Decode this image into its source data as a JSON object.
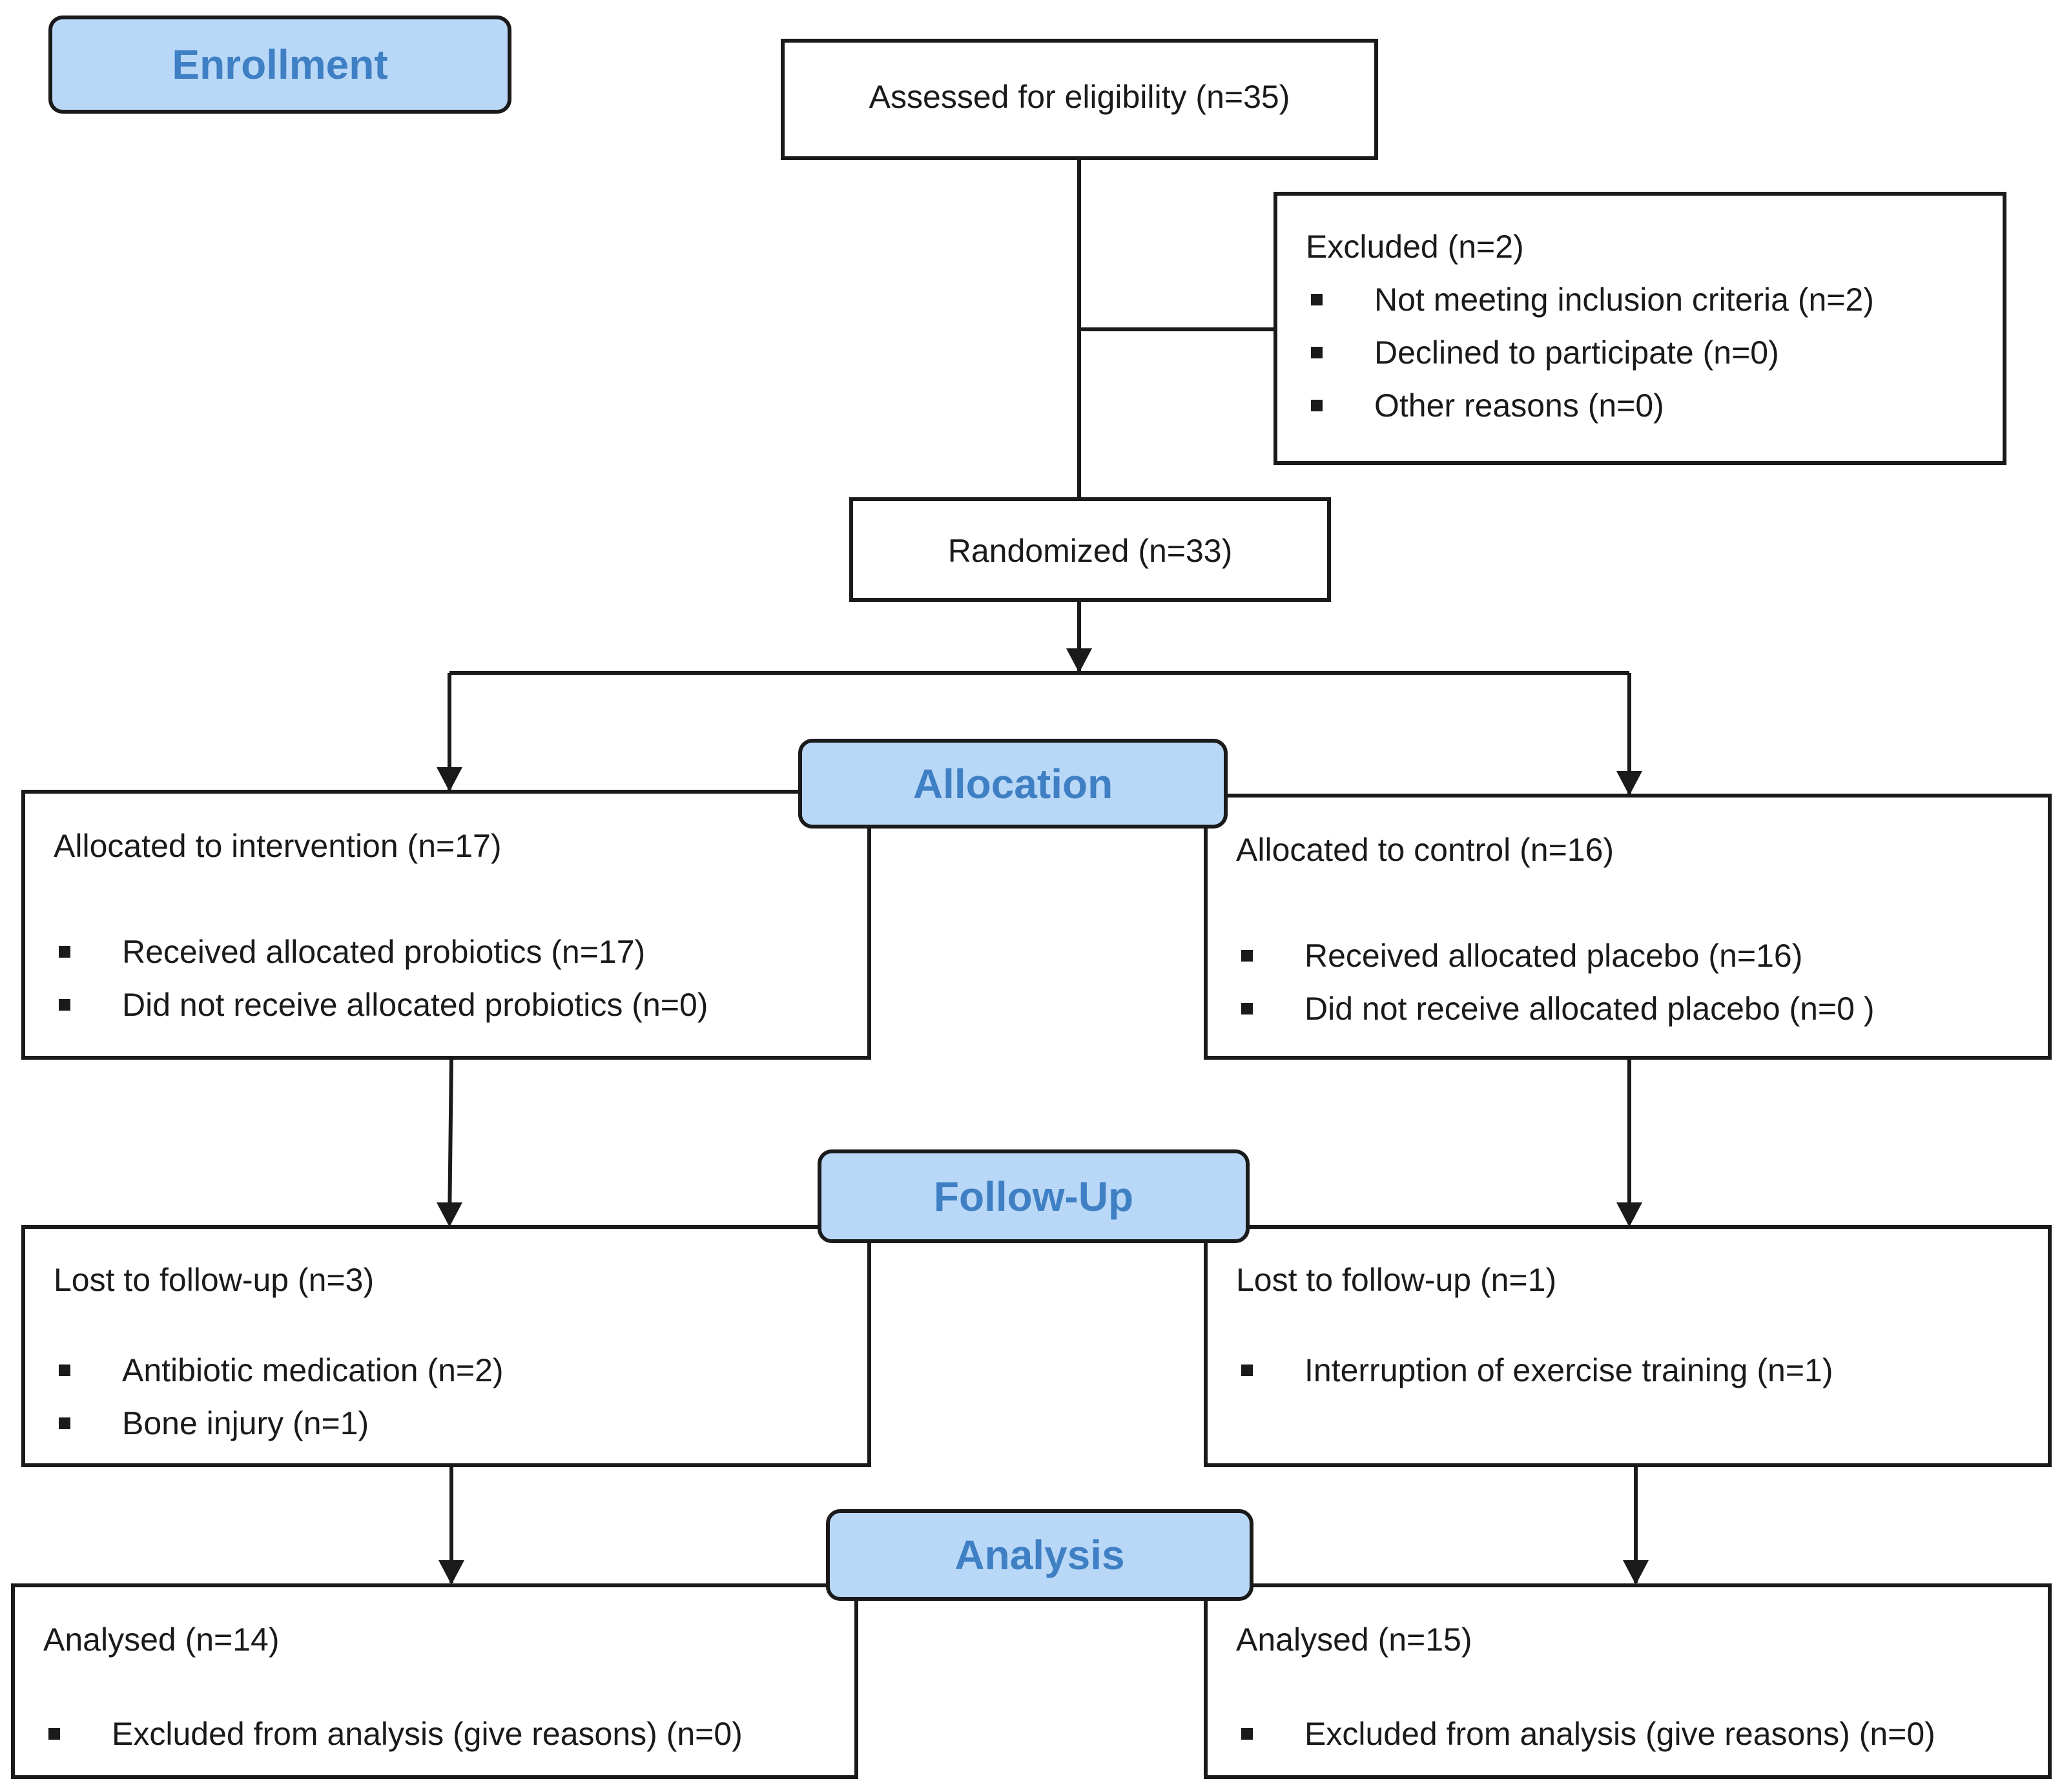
{
  "stages": {
    "enrollment": "Enrollment",
    "allocation": "Allocation",
    "follow_up": "Follow-Up",
    "analysis": "Analysis"
  },
  "assessed": {
    "title": "Assessed for eligibility (n=35)"
  },
  "excluded": {
    "title": "Excluded (n=2)",
    "items": [
      "Not meeting inclusion criteria (n=2)",
      "Declined to participate (n=0)",
      "Other reasons (n=0)"
    ]
  },
  "randomized": {
    "title": "Randomized (n=33)"
  },
  "intervention": {
    "title": "Allocated to intervention (n=17)",
    "items": [
      "Received allocated probiotics (n=17)",
      "Did not receive allocated probiotics (n=0)"
    ]
  },
  "control": {
    "title": "Allocated to control (n=16)",
    "items": [
      "Received allocated placebo (n=16)",
      "Did not receive allocated placebo (n=0 )"
    ]
  },
  "followup_left": {
    "title": "Lost to follow-up (n=3)",
    "items": [
      "Antibiotic medication  (n=2)",
      "Bone injury (n=1)"
    ]
  },
  "followup_right": {
    "title": "Lost to follow-up (n=1)",
    "items": [
      "Interruption of exercise training (n=1)"
    ]
  },
  "analysis_left": {
    "title": "Analysed (n=14)",
    "items": [
      "Excluded from analysis (give reasons) (n=0)"
    ]
  },
  "analysis_right": {
    "title": "Analysed (n=15)",
    "items": [
      "Excluded from analysis (give reasons) (n=0)"
    ]
  },
  "colors": {
    "stage_fill": "#b9d8f7",
    "stage_text": "#3f7fc4",
    "line": "#1a1a1a"
  }
}
